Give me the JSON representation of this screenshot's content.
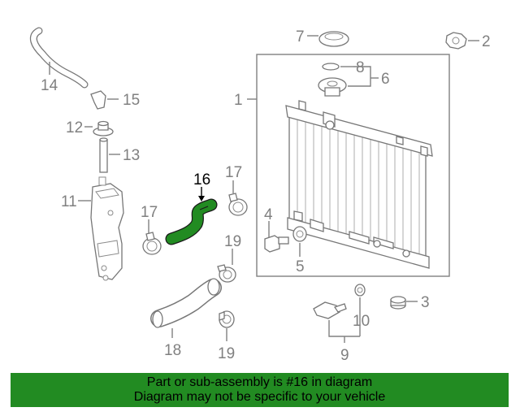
{
  "diagram": {
    "callouts": [
      "1",
      "2",
      "3",
      "4",
      "5",
      "6",
      "7",
      "8",
      "9",
      "10",
      "11",
      "12",
      "13",
      "14",
      "15",
      "16",
      "17",
      "17",
      "18",
      "19",
      "19"
    ],
    "highlighted_part": "16",
    "highlight_color": "#228b22",
    "line_color": "#808080"
  },
  "banner": {
    "line1": "Part or sub-assembly is #16 in diagram",
    "line2": "Diagram may not be specific to your vehicle",
    "background": "#228b22"
  }
}
